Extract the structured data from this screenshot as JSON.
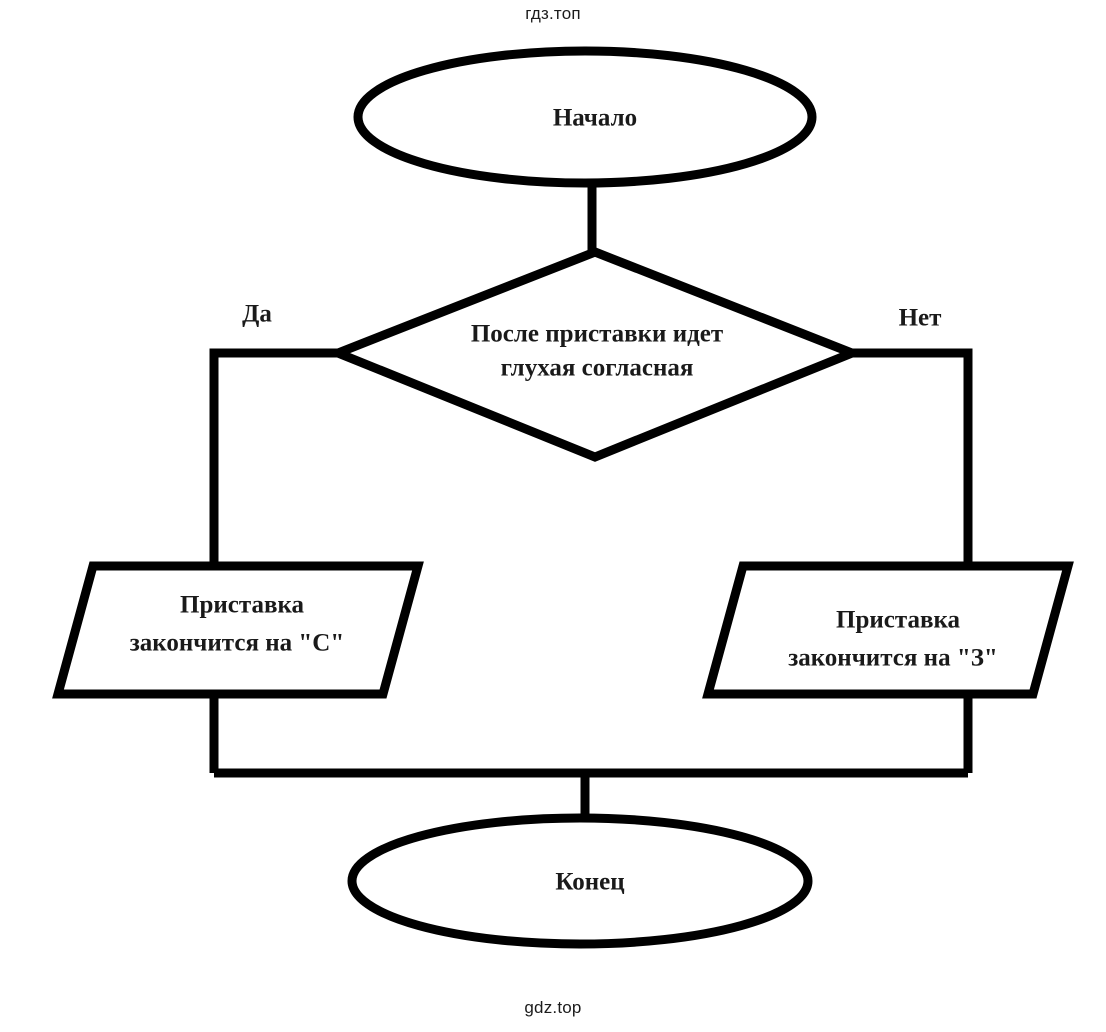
{
  "page": {
    "watermark_top": "гдз.топ",
    "watermark_bottom": "gdz.top",
    "background_color": "#ffffff",
    "ink_color": "#000000"
  },
  "diagram": {
    "type": "flowchart",
    "title": "",
    "nodes": {
      "start": {
        "shape": "ellipse",
        "label": "Начало"
      },
      "decision": {
        "shape": "diamond",
        "label_line_1": "После приставки идет",
        "label_line_2": "глухая согласная"
      },
      "yes_action": {
        "shape": "parallelogram",
        "label_line_1": "Приставка",
        "label_line_2": "закончится на \"С\""
      },
      "no_action": {
        "shape": "parallelogram",
        "label_line_1": "Приставка",
        "label_line_2": "закончится на \"З\""
      },
      "end": {
        "shape": "ellipse",
        "label": "Конец"
      }
    },
    "branch_labels": {
      "yes": "Да",
      "no": "Нет"
    }
  }
}
